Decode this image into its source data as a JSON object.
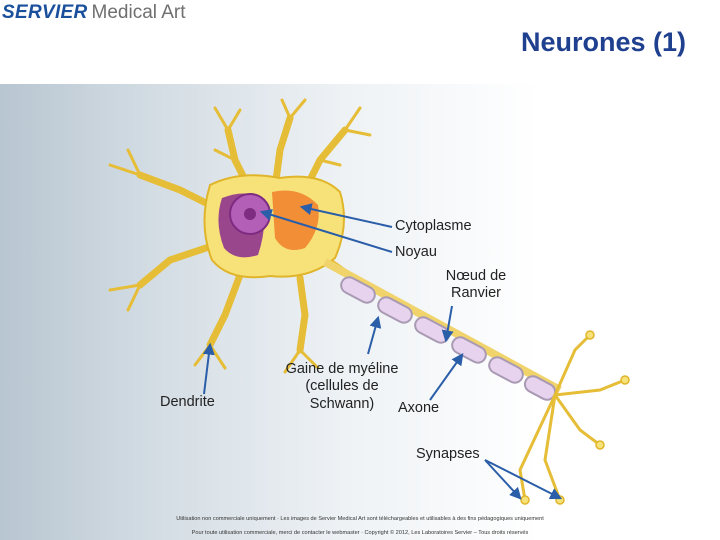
{
  "header": {
    "logo_brand": "SERVIER",
    "logo_sub": "Medical Art",
    "title": "Neurones (1)"
  },
  "labels": {
    "cytoplasme": "Cytoplasme",
    "noyau": "Noyau",
    "noeud_line1": "Nœud de",
    "noeud_line2": "Ranvier",
    "gaine_line1": "Gaine de myéline",
    "gaine_line2": "(cellules de",
    "gaine_line3": "Schwann)",
    "axone": "Axone",
    "dendrite": "Dendrite",
    "synapses": "Synapses"
  },
  "footer": {
    "line1": "Utilisation non commerciale uniquement · Les images de Servier Medical Art sont téléchargeables et utilisables à des fins pédagogiques uniquement",
    "line2": "Pour toute utilisation commerciale, merci de contacter le webmaster · Copyright © 2012, Les Laboratoires Servier – Tous droits réservés"
  },
  "colors": {
    "title": "#1f3f8f",
    "logo_brand": "#1a4f9c",
    "arrow": "#2a5ea8",
    "dendrite_fill": "#f7e27a",
    "dendrite_stroke": "#e0b52a",
    "myelin_fill": "#e7d3ee",
    "myelin_stroke": "#a99ab4",
    "nucleus": "#9a3c9e",
    "cytoplasm_orange": "#f07f2a"
  }
}
